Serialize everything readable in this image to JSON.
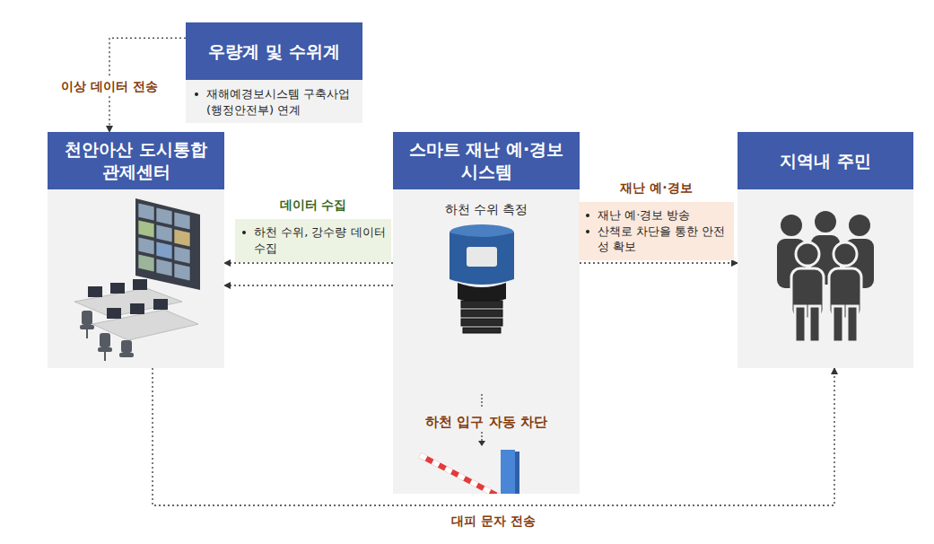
{
  "diagram": {
    "nodes": [
      {
        "text": [
          "우량계 및 수위계",
          "재해예경보시스템 구축사업(행정안전부) 연계"
        ]
      },
      {
        "text": [
          "천안아산 도시통합관제센터"
        ]
      },
      {
        "text": [
          "스마트 재난 예·경보 시스템",
          "하천 수위 측정",
          "하천 입구 자동 차단"
        ]
      },
      {
        "text": [
          "지역내 주민"
        ]
      },
      {
        "text": [
          "데이터 수집",
          "하천 수위, 강수량 데이터 수집"
        ]
      },
      {
        "text": [
          "재난 예·경보",
          "재난 예·경보 방송",
          "산책로 차단을 통한 안전성 확보"
        ]
      }
    ],
    "edges": [
      {
        "from": 0,
        "to": 1,
        "arrow": "to",
        "label": "이상 데이터 전송"
      },
      {
        "from": 2,
        "to": 1,
        "arrow": "to"
      },
      {
        "from": 2,
        "to": 1,
        "arrow": "to"
      },
      {
        "from": 2,
        "to": 3,
        "arrow": "to"
      },
      {
        "from": 1,
        "to": 3,
        "arrow": "to",
        "label": "대피 문자 전송"
      }
    ]
  }
}
